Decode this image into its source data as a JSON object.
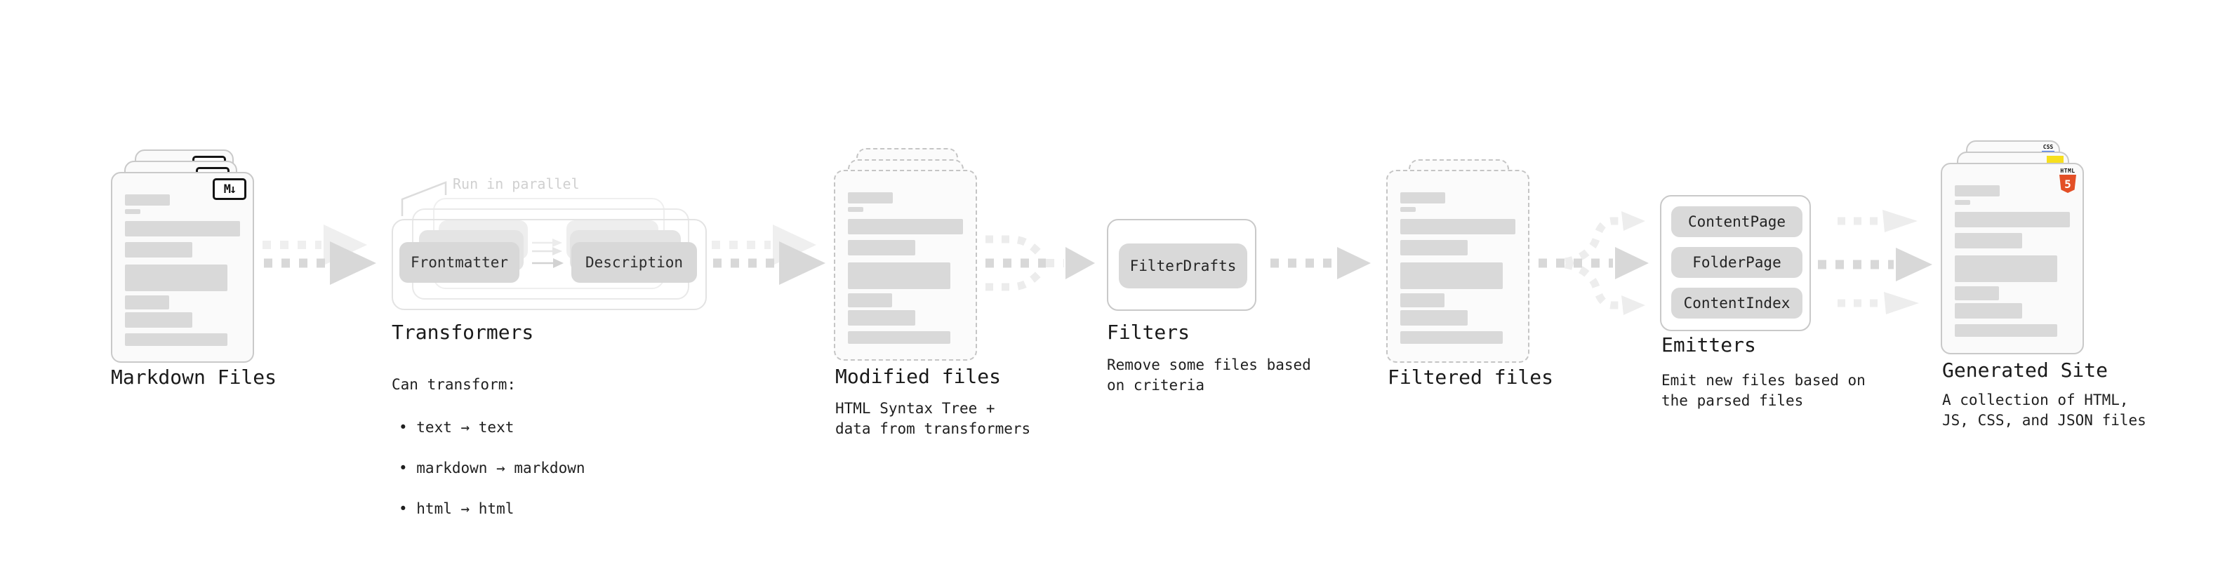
{
  "colors": {
    "html5_orange": "#E34F26",
    "js_yellow": "#F7DF1E",
    "css_blue": "#2965F1",
    "arrow_gray": "#d8d8d8",
    "arrow_ghost": "#ededed",
    "box_gray": "#d9d9d9"
  },
  "nodes": {
    "markdown_files": {
      "label": "Markdown Files",
      "badge": "M↓"
    },
    "transformers": {
      "label": "Transformers",
      "annotation": "Run in parallel",
      "box_left": "Frontmatter",
      "box_right": "Description",
      "desc_title": "Can transform:",
      "bullets": [
        "• text → text",
        "• markdown → markdown",
        "• html → html"
      ]
    },
    "modified_files": {
      "label": "Modified files",
      "description": "HTML Syntax Tree +\ndata from transformers"
    },
    "filters": {
      "label": "Filters",
      "box": "FilterDrafts",
      "description": "Remove some files based\non criteria"
    },
    "filtered_files": {
      "label": "Filtered files"
    },
    "emitters": {
      "label": "Emitters",
      "boxes": [
        "ContentPage",
        "FolderPage",
        "ContentIndex"
      ],
      "description": "Emit new files based on\nthe parsed files"
    },
    "generated_site": {
      "label": "Generated Site",
      "description": "A collection of HTML,\nJS, CSS, and JSON files",
      "badge_css": "CSS",
      "badge_html": "HTML",
      "badge_html_num": "5"
    }
  }
}
